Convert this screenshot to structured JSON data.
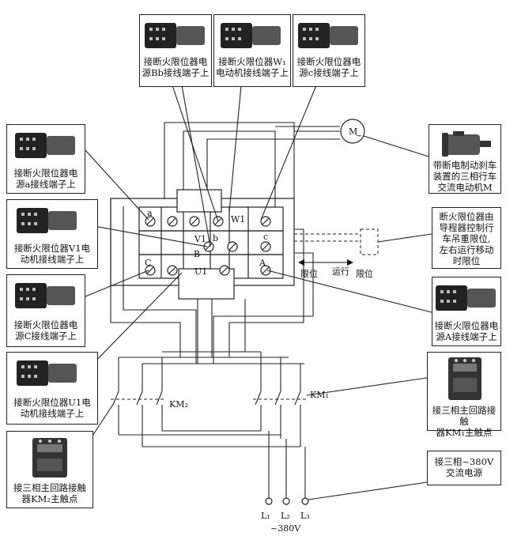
{
  "callouts": {
    "top_bb": "接断火限位器电\n源Bb接线端子上",
    "top_w1": "接断火限位器W₁\n电动机接线端子上",
    "top_c": "接断火限位器电\n源c接线端子上",
    "left_a": "接断火限位器电\n源a接线端子上",
    "left_v1": "接断火限位器V1电\n动机接线端子上",
    "left_C": "接断火限位器电\n源C接线端子上",
    "left_u1": "接断火限位器U1电\n动机接线端子上",
    "left_km2": "接三相主回路接触\n器KM₂主触点",
    "right_motor": "带断电制动刹车\n装置的三相行车\n交流电动机M",
    "right_limit": "断火限位器由\n导程器控制行\n车吊重限位,\n左右运行移动\n时限位",
    "right_A": "接断火限位器电\n源A接线端子上",
    "right_km1": "接三相主回路接触\n器KM₁主触点",
    "right_power": "接三相~380V\n交流电源"
  },
  "labels": {
    "a": "a",
    "b": "b",
    "B": "B",
    "c": "c",
    "C": "C",
    "A": "A",
    "W1": "W1",
    "V1": "V1",
    "U1": "U1",
    "M": "M",
    "M_sub": "~",
    "km1": "KM₁",
    "km2": "KM₂",
    "limit_left": "限位",
    "limit_right": "限位",
    "run": "运行",
    "L1": "L₁",
    "L2": "L₂",
    "L3": "L₃",
    "voltage": "~380V"
  }
}
